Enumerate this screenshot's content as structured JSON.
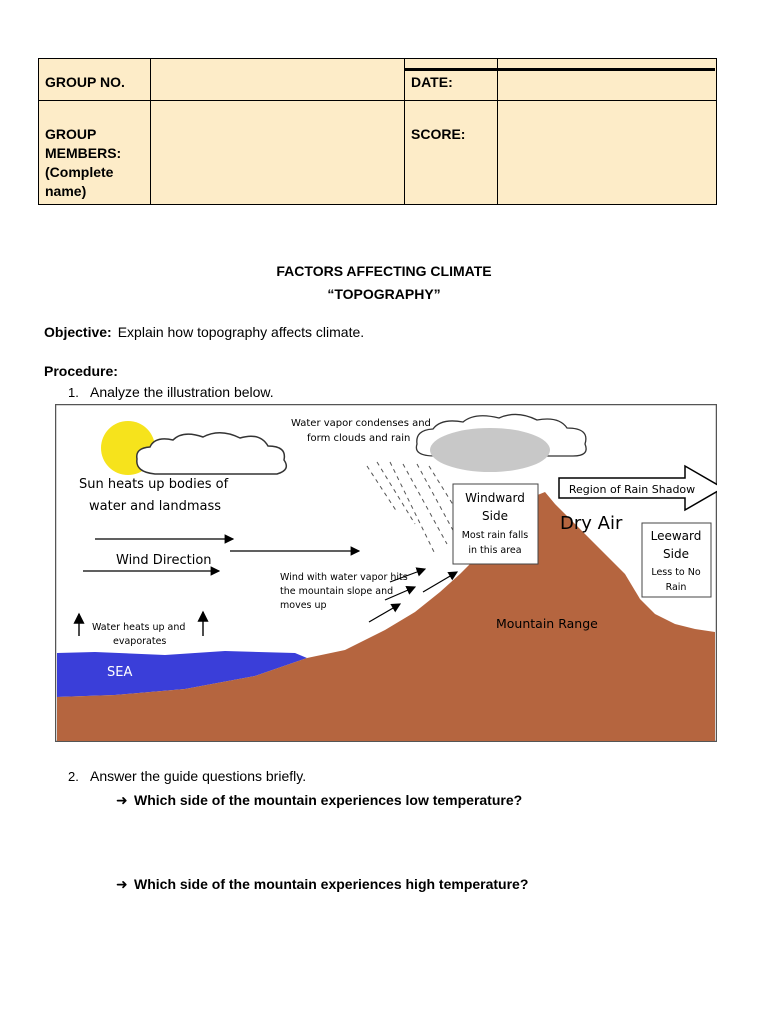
{
  "header_table": {
    "group_no_label": "GROUP NO.",
    "group_members_label": [
      "GROUP",
      "MEMBERS:",
      "(Complete",
      "name)"
    ],
    "date_label": "DATE:",
    "score_label": "SCORE:",
    "group_no_value": "",
    "group_members_value": "",
    "date_value": "",
    "score_value": "",
    "fill_color": "#fdecc8"
  },
  "title_line1": "FACTORS AFFECTING CLIMATE",
  "title_line2": "“TOPOGRAPHY”",
  "objective": {
    "label": "Objective:",
    "text": "Explain how topography affects climate."
  },
  "procedure_label": "Procedure:",
  "steps": [
    {
      "num": "1.",
      "text": "Analyze the illustration below."
    },
    {
      "num": "2.",
      "text": "Answer the guide questions briefly."
    }
  ],
  "questions": [
    {
      "arrow": "➜",
      "text": "Which side of the mountain experiences low temperature?"
    },
    {
      "arrow": "➜",
      "text": "Which side of the mountain experiences high temperature?"
    }
  ],
  "diagram": {
    "condense_line1": "Water vapor condenses and",
    "condense_line2": "form clouds and rain",
    "sun_line1": "Sun heats up bodies of",
    "sun_line2": "water and landmass",
    "wind_direction": "Wind Direction",
    "wind_vapor_line1": "Wind with water vapor hits",
    "wind_vapor_line2": "the mountain slope and",
    "wind_vapor_line3": "moves up",
    "evap_line1": "Water heats up and",
    "evap_line2": "evaporates",
    "sea": "SEA",
    "windward_line1": "Windward",
    "windward_line2": "Side",
    "windward_line3": "Most rain falls",
    "windward_line4": "in this area",
    "rain_shadow": "Region of Rain Shadow",
    "dry_air": "Dry Air",
    "leeward_line1": "Leeward",
    "leeward_line2": "Side",
    "leeward_line3": "Less to No",
    "leeward_line4": "Rain",
    "mountain_range": "Mountain Range",
    "colors": {
      "mountain": "#b5653f",
      "sea": "#3a3ed9",
      "sun": "#f6e31c",
      "rain_cloud": "#c8c8c8"
    }
  }
}
